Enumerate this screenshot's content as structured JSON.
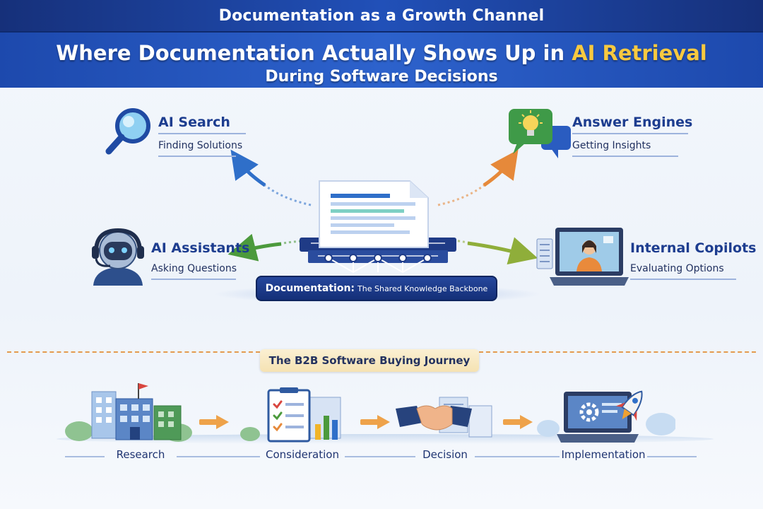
{
  "header": {
    "top_title": "Documentation as a Growth Channel",
    "title_part1": "Where Documentation Actually Shows Up in ",
    "title_highlight": "AI Retrieval",
    "subtitle": "During Software Decisions"
  },
  "channels": [
    {
      "title": "AI Search",
      "subtitle": "Finding Solutions",
      "icon": "magnifying-glass-icon"
    },
    {
      "title": "Answer Engines",
      "subtitle": "Getting Insights",
      "icon": "lightbulb-chat-icon"
    },
    {
      "title": "AI Assistants",
      "subtitle": "Asking Questions",
      "icon": "headset-bot-icon"
    },
    {
      "title": "Internal Copilots",
      "subtitle": "Evaluating Options",
      "icon": "laptop-video-icon"
    }
  ],
  "backbone": {
    "label_bold": "Documentation:",
    "label_rest": "The Shared Knowledge Backbone",
    "icon": "document-icon"
  },
  "journey": {
    "title": "The B2B Software Buying Journey",
    "stages": [
      {
        "label": "Research",
        "icon": "buildings-icon"
      },
      {
        "label": "Consideration",
        "icon": "checklist-chart-icon"
      },
      {
        "label": "Decision",
        "icon": "handshake-icon"
      },
      {
        "label": "Implementation",
        "icon": "laptop-rocket-icon"
      }
    ]
  },
  "colors": {
    "header_dark": "#16307a",
    "header_blue": "#2d62cc",
    "highlight_yellow": "#f7c940",
    "arrow_blue": "#2f6fc9",
    "arrow_orange": "#e6893a",
    "arrow_green": "#4c9a3c",
    "arrow_olive": "#8fae3a",
    "journey_arrow": "#eea24a"
  }
}
